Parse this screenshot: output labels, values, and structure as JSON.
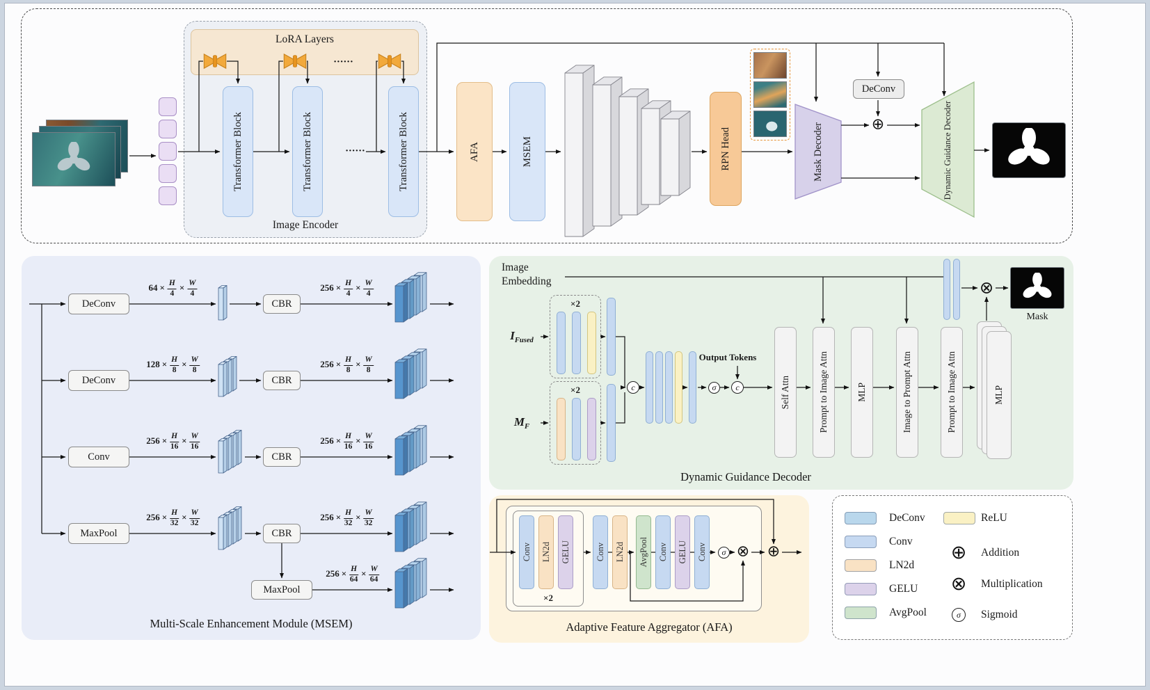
{
  "pipeline": {
    "image_encoder": "Image Encoder",
    "lora_layers": "LoRA Layers",
    "transformer_block": "Transformer Block",
    "dots": "......",
    "afa": "AFA",
    "msem": "MSEM",
    "rpn_head": "RPN Head",
    "mask_decoder": "Mask Decoder",
    "deconv": "DeConv",
    "dynamic_guidance_decoder": "Dynamic Guidance Decoder"
  },
  "sym": {
    "add": "⊕",
    "mul": "⊗"
  },
  "math": {
    "H": "H",
    "W": "W",
    "times": "×"
  },
  "msem_panel": {
    "title": "Multi-Scale Enhancement Module (MSEM)",
    "cbr": "CBR",
    "rows": [
      {
        "op": "DeConv",
        "in_c": "64",
        "in_d": "4",
        "out_c": "256",
        "out_d": "4"
      },
      {
        "op": "DeConv",
        "in_c": "128",
        "in_d": "8",
        "out_c": "256",
        "out_d": "8"
      },
      {
        "op": "Conv",
        "in_c": "256",
        "in_d": "16",
        "out_c": "256",
        "out_d": "16"
      },
      {
        "op": "MaxPool",
        "in_c": "256",
        "in_d": "32",
        "out_c": "256",
        "out_d": "32"
      }
    ],
    "extra": {
      "op": "MaxPool",
      "out_c": "256",
      "out_d": "64"
    }
  },
  "dgd_panel": {
    "title": "Dynamic Guidance Decoder",
    "image_embedding_line1": "Image",
    "image_embedding_line2": "Embedding",
    "i_fused_main": "I",
    "i_fused_sub": "Fused",
    "m_f_main": "M",
    "m_f_sub": "F",
    "x2": "×2",
    "output_tokens": "Output Tokens",
    "concat": "c",
    "sigma": "σ",
    "stages": [
      "Self Attn",
      "Prompt to Image Attn",
      "MLP",
      "Image to Prompt Attn",
      "Prompt to Image Attn",
      "MLP"
    ],
    "mask": "Mask"
  },
  "afa_panel": {
    "title": "Adaptive Feature Aggregator (AFA)",
    "x2": "×2",
    "sigma": "σ",
    "inner_bars": [
      "Conv",
      "LN2d",
      "GELU"
    ],
    "outer_bars": [
      "Conv",
      "LN2d",
      "AvgPool",
      "Conv",
      "GELU",
      "Conv"
    ]
  },
  "legend": {
    "items": [
      "DeConv",
      "Conv",
      "LN2d",
      "GELU",
      "AvgPool",
      "ReLU"
    ],
    "symbols": [
      {
        "glyph": "⊕",
        "label": "Addition"
      },
      {
        "glyph": "⊗",
        "label": "Multiplication"
      },
      {
        "glyph": "σ",
        "label": "Sigmoid"
      }
    ],
    "colors": {
      "deconv": "#b9d7ec",
      "conv": "#c6d9f1",
      "ln2d": "#f9e2c4",
      "gelu": "#dcd2ea",
      "avgpool": "#cfe4cc",
      "relu": "#faf1c4"
    }
  }
}
